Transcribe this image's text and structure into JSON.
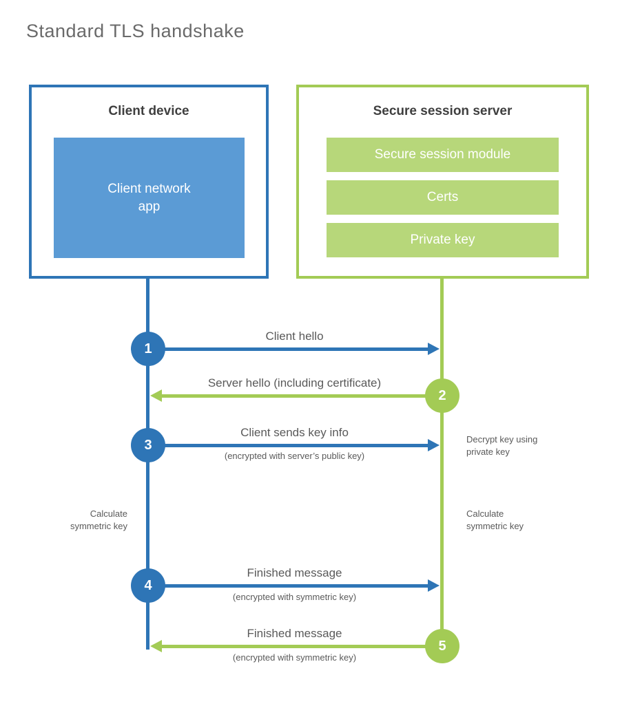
{
  "page": {
    "title": "Standard TLS handshake"
  },
  "client": {
    "title": "Client device",
    "app_label": "Client network\napp"
  },
  "server": {
    "title": "Secure session server",
    "modules": [
      "Secure session module",
      "Certs",
      "Private key"
    ]
  },
  "steps": [
    {
      "num": "1",
      "label": "Client hello",
      "sublabel": "",
      "direction": "client-to-server"
    },
    {
      "num": "2",
      "label": "Server hello (including certificate)",
      "sublabel": "",
      "direction": "server-to-client"
    },
    {
      "num": "3",
      "label": "Client sends key info",
      "sublabel": "(encrypted with server’s public key)",
      "direction": "client-to-server"
    },
    {
      "num": "4",
      "label": "Finished message",
      "sublabel": "(encrypted with symmetric key)",
      "direction": "client-to-server"
    },
    {
      "num": "5",
      "label": "Finished message",
      "sublabel": "(encrypted with symmetric key)",
      "direction": "server-to-client"
    }
  ],
  "notes": {
    "decrypt": "Decrypt key using\nprivate key",
    "calc_left": "Calculate\nsymmetric key",
    "calc_right": "Calculate\nsymmetric key"
  },
  "colors": {
    "blue": "#2e75b6",
    "blue_light": "#5b9bd5",
    "green": "#a3cb55",
    "green_light": "#b7d77a",
    "text_dark": "#3f3f3f",
    "text_gray": "#595959",
    "title_gray": "#6a6a6a"
  }
}
